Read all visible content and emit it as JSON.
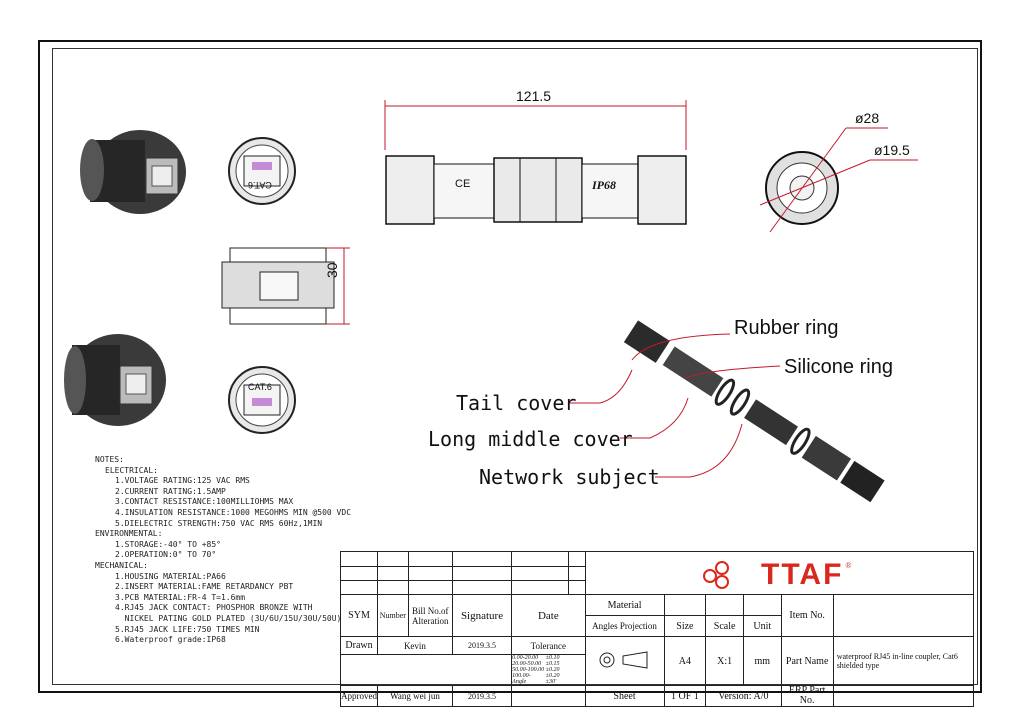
{
  "dimensions": {
    "length": "121.5",
    "outer_diameter": "ø28",
    "inner_diameter": "ø19.5",
    "height": "30"
  },
  "product_marks": {
    "jack_label_top": "CAT.6",
    "jack_label_bottom": "CAT.6",
    "body_mark": "IP68",
    "ce_mark": "CE"
  },
  "callouts": {
    "rubber_ring": "Rubber ring",
    "silicone_ring": "Silicone ring",
    "tail_cover": "Tail cover",
    "long_middle_cover": "Long middle cover",
    "network_subject": "Network subject"
  },
  "notes": {
    "title": "NOTES:",
    "electrical_heading": "ELECTRICAL:",
    "electrical": [
      "1.VOLTAGE RATING:125 VAC RMS",
      "2.CURRENT RATING:1.5AMP",
      "3.CONTACT RESISTANCE:100MILLIOHMS MAX",
      "4.INSULATION RESISTANCE:1000 MEGOHMS MIN @500 VDC",
      "5.DIELECTRIC STRENGTH:750 VAC RMS 60Hz,1MIN"
    ],
    "environmental_heading": "ENVIRONMENTAL:",
    "environmental": [
      "1.STORAGE:-40° TO +85°",
      "2.OPERATION:0° TO 70°"
    ],
    "mechanical_heading": "MECHANICAL:",
    "mechanical": [
      "1.HOUSING MATERIAL:PA66",
      "2.INSERT MATERIAL:FAME RETARDANCY PBT",
      "3.PCB MATERIAL:FR-4 T=1.6mm",
      "4.RJ45 JACK CONTACT: PHOSPHOR BRONZE WITH",
      "  NICKEL PATING GOLD PLATED (3U/6U/15U/30U/50U)",
      "5.RJ45 JACK LIFE:750 TIMES MIN",
      "6.Waterproof grade:IP68"
    ]
  },
  "title_block": {
    "brand": "TTAF",
    "registered": "®",
    "sym": "SYM",
    "number": "Number",
    "bill_no": "Bill No.of Alteration",
    "signature": "Signature",
    "date": "Date",
    "material": "Material",
    "angles_projection": "Angles Projection",
    "size": "Size",
    "scale": "Scale",
    "unit": "Unit",
    "item_no": "Item No.",
    "drawn": "Drawn",
    "drawn_by": "Kevin",
    "drawn_date": "2019.3.5",
    "tolerance": "Tolerance",
    "tol_ranges": "0.00-20.00\n20.00-50.00\n50.00-100.00\n100.00-\nAngle",
    "tol_values": "±0.10\n±0.15\n±0.20\n±0.20\n±30'",
    "size_value": "A4",
    "scale_value": "X:1",
    "unit_value": "mm",
    "part_name_label": "Part Name",
    "part_name": "waterproof RJ45 in-line coupler, Cat6 shielded type",
    "approved": "Approved",
    "approved_by": "Wang wei jun",
    "approved_date": "2019.3.5",
    "sheet": "Sheet",
    "sheet_value": "1 OF 1",
    "version": "Version: A/0",
    "erp_part_no": "ERP Part No."
  }
}
